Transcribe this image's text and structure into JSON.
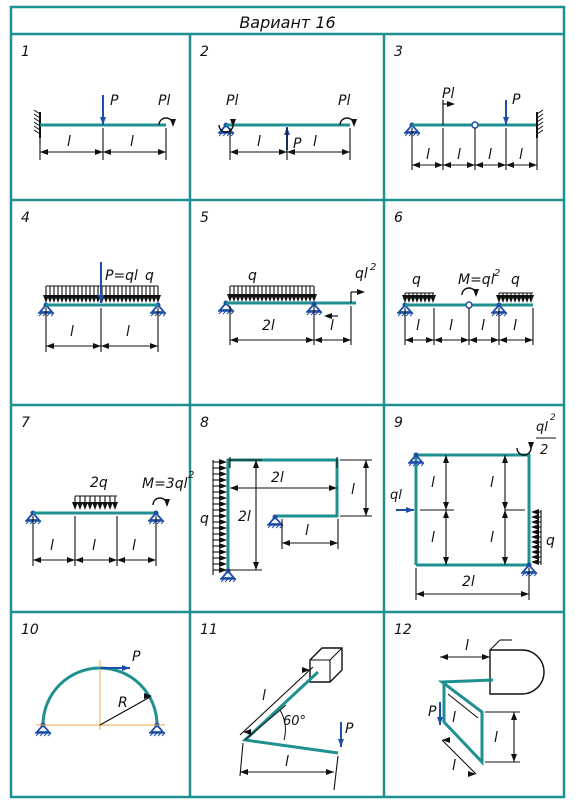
{
  "title": "Вариант 16",
  "colors": {
    "beam": "#1f9090",
    "support": "#1e4fa8",
    "line": "#111111",
    "arc": "#e8a445"
  },
  "cells": [
    {
      "number": "1",
      "labels": {
        "p": "P",
        "pl": "Pl",
        "l1": "l",
        "l2": "l"
      }
    },
    {
      "number": "2",
      "labels": {
        "pl_left": "Pl",
        "pl_right": "Pl",
        "p": "P",
        "l1": "l",
        "l2": "l"
      }
    },
    {
      "number": "3",
      "labels": {
        "pl": "Pl",
        "p": "P",
        "l1": "l",
        "l2": "l",
        "l3": "l",
        "l4": "l"
      }
    },
    {
      "number": "4",
      "labels": {
        "p": "P=ql",
        "q": "q",
        "l1": "l",
        "l2": "l"
      }
    },
    {
      "number": "5",
      "labels": {
        "q": "q",
        "m": "ql",
        "exp": "2",
        "span": "2l",
        "l": "l"
      }
    },
    {
      "number": "6",
      "labels": {
        "q1": "q",
        "m": "M=ql",
        "exp": "2",
        "q2": "q",
        "l1": "l",
        "l2": "l",
        "l3": "l",
        "l4": "l"
      }
    },
    {
      "number": "7",
      "labels": {
        "q": "2q",
        "m": "M=3ql",
        "exp": "2",
        "l1": "l",
        "l2": "l",
        "l3": "l"
      }
    },
    {
      "number": "8",
      "labels": {
        "top": "2l",
        "right": "l",
        "q": "q",
        "height": "2l",
        "bottom": "l"
      }
    },
    {
      "number": "9",
      "labels": {
        "m_num": "ql",
        "m_exp": "2",
        "m_den": "2",
        "ql": "ql",
        "q": "q",
        "l1": "l",
        "l2": "l",
        "l3": "l",
        "l4": "l",
        "width": "2l"
      }
    },
    {
      "number": "10",
      "labels": {
        "p": "P",
        "r": "R"
      }
    },
    {
      "number": "11",
      "labels": {
        "l_diag": "l",
        "angle": "60°",
        "p": "P",
        "l_bottom": "l"
      }
    },
    {
      "number": "12",
      "labels": {
        "l_top": "l",
        "p": "P",
        "l_mid": "l",
        "l_right": "l",
        "l_bottom": "l"
      }
    }
  ]
}
